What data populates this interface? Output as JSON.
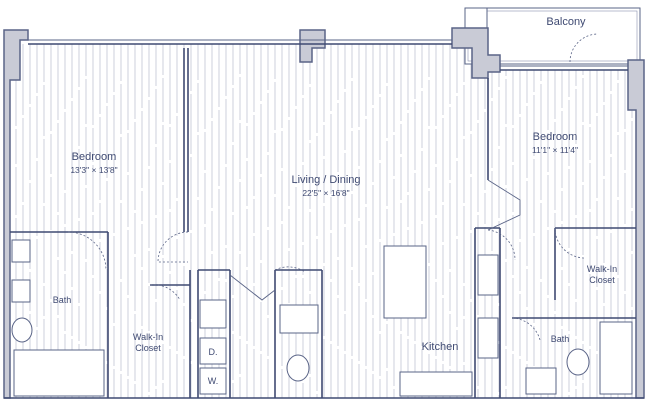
{
  "rooms": {
    "bedroom_left": {
      "label": "Bedroom",
      "dims": "13'3\" × 13'8\""
    },
    "living": {
      "label": "Living / Dining",
      "dims": "22'5\" × 16'8\""
    },
    "bedroom_right": {
      "label": "Bedroom",
      "dims": "11'1\" × 11'4\""
    },
    "balcony": {
      "label": "Balcony"
    },
    "bath_left": {
      "label": "Bath"
    },
    "walkin_left": {
      "label": "Walk-In",
      "label2": "Closet"
    },
    "dryer": {
      "label": "D."
    },
    "washer": {
      "label": "W."
    },
    "kitchen": {
      "label": "Kitchen"
    },
    "walkin_right": {
      "label": "Walk-In",
      "label2": "Closet"
    },
    "bath_right": {
      "label": "Bath"
    }
  },
  "colors": {
    "wall_fill": "#c9cbd6",
    "line": "#3f4a72",
    "floor": "#aab0c4"
  }
}
